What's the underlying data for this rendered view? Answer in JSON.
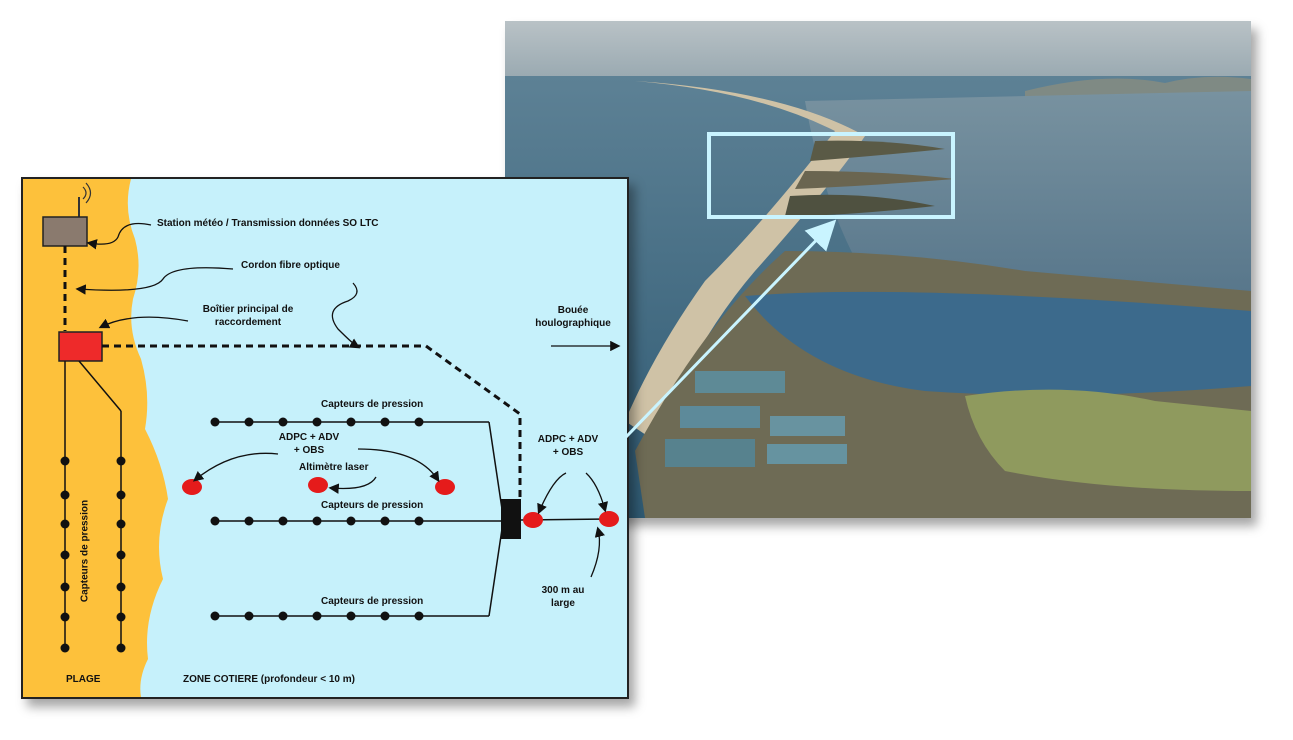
{
  "diagram": {
    "station_label": "Station météo / Transmission données SO LTC",
    "fiber_label": "Cordon fibre optique",
    "junction_label_line1": "Boîtier principal de",
    "junction_label_line2": "raccordement",
    "buoy_label_line1": "Bouée",
    "buoy_label_line2": "houlographique",
    "pressure_top": "Capteurs de pression",
    "pressure_mid": "Capteurs de pression",
    "pressure_bottom": "Capteurs de pression",
    "pressure_vertical": "Capteurs de pression",
    "adpc_left_line1": "ADPC + ADV",
    "adpc_left_line2": "+ OBS",
    "altimeter_label": "Altimètre laser",
    "adpc_right_line1": "ADPC + ADV",
    "adpc_right_line2": "+ OBS",
    "offshore_line1": "300 m au",
    "offshore_line2": "large",
    "beach_label": "PLAGE",
    "coastal_zone_label": "ZONE COTIERE (profondeur  < 10 m)"
  },
  "colors": {
    "sea": "#c6f1fb",
    "beach": "#fdc13b",
    "junction_box": "#ee2a2a",
    "station_box": "#8a7a6e",
    "instrument": "#e51b1b",
    "highlight": "#c9f4ff"
  }
}
